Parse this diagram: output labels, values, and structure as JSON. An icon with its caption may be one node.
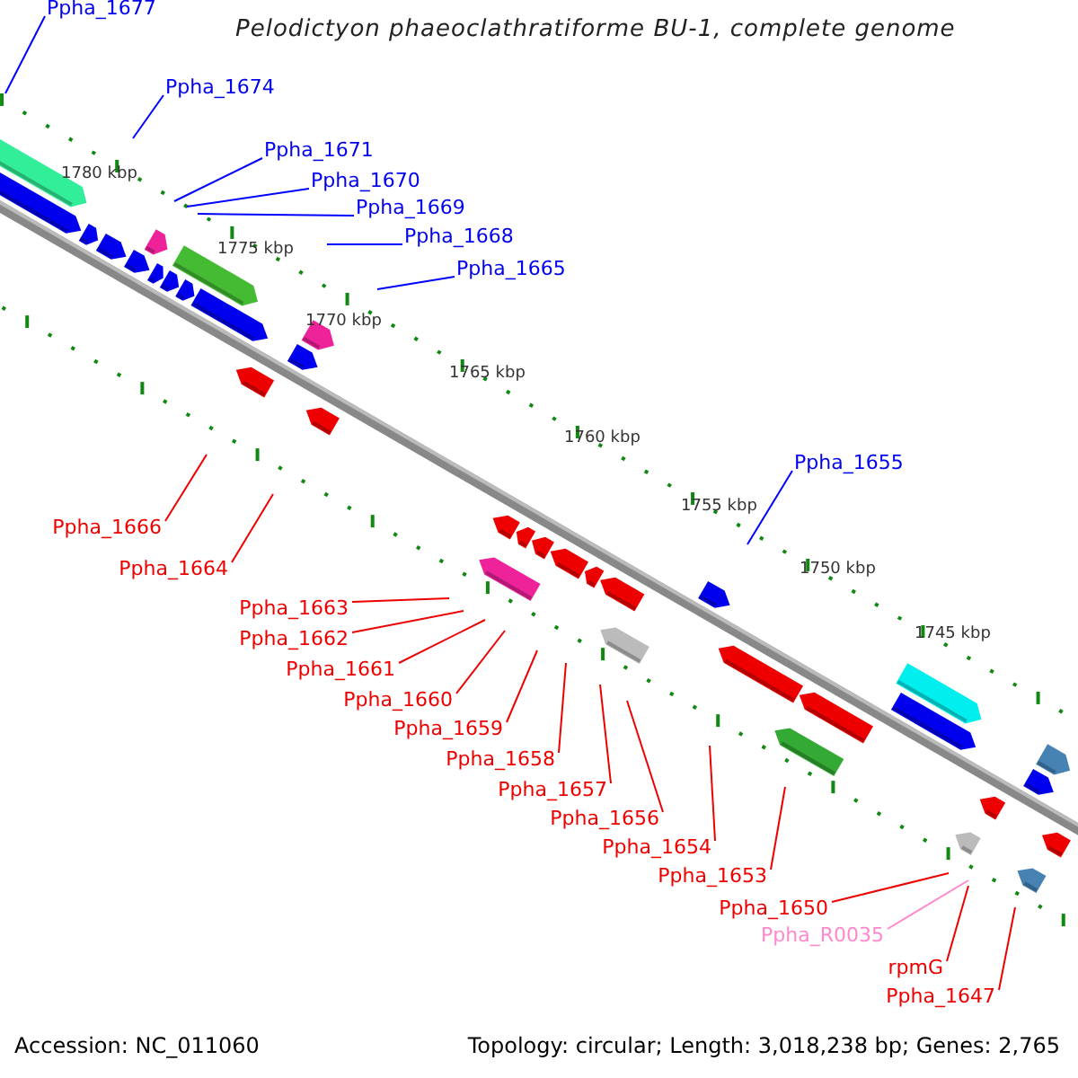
{
  "diagram": {
    "title": "Pelodictyon phaeoclathratiforme BU-1, complete genome",
    "nodes": [
      {
        "text": [
          "Ppha_1677"
        ]
      },
      {
        "text": [
          "Ppha_1674"
        ]
      },
      {
        "text": [
          "Ppha_1671"
        ]
      },
      {
        "text": [
          "Ppha_1670"
        ]
      },
      {
        "text": [
          "Ppha_1669"
        ]
      },
      {
        "text": [
          "Ppha_1668"
        ]
      },
      {
        "text": [
          "Ppha_1665"
        ]
      },
      {
        "text": [
          "Ppha_1655"
        ]
      },
      {
        "text": [
          "Ppha_1666"
        ]
      },
      {
        "text": [
          "Ppha_1664"
        ]
      },
      {
        "text": [
          "Ppha_1663"
        ]
      },
      {
        "text": [
          "Ppha_1662"
        ]
      },
      {
        "text": [
          "Ppha_1661"
        ]
      },
      {
        "text": [
          "Ppha_1660"
        ]
      },
      {
        "text": [
          "Ppha_1659"
        ]
      },
      {
        "text": [
          "Ppha_1658"
        ]
      },
      {
        "text": [
          "Ppha_1657"
        ]
      },
      {
        "text": [
          "Ppha_1656"
        ]
      },
      {
        "text": [
          "Ppha_1654"
        ]
      },
      {
        "text": [
          "Ppha_1653"
        ]
      },
      {
        "text": [
          "Ppha_1650"
        ]
      },
      {
        "text": [
          "Ppha_R0035"
        ]
      },
      {
        "text": [
          "rpmG"
        ]
      },
      {
        "text": [
          "Ppha_1647"
        ]
      }
    ],
    "edges": [
      {
        "from": 0,
        "to": null,
        "arrow": "none",
        "color": "#0000ff"
      },
      {
        "from": 1,
        "to": null,
        "arrow": "none",
        "color": "#0000ff"
      },
      {
        "from": 2,
        "to": null,
        "arrow": "none",
        "color": "#0000ff"
      },
      {
        "from": 3,
        "to": null,
        "arrow": "none",
        "color": "#0000ff"
      },
      {
        "from": 4,
        "to": null,
        "arrow": "none",
        "color": "#0000ff"
      },
      {
        "from": 5,
        "to": null,
        "arrow": "none",
        "color": "#0000ff"
      },
      {
        "from": 6,
        "to": null,
        "arrow": "none",
        "color": "#0000ff"
      },
      {
        "from": 7,
        "to": null,
        "arrow": "none",
        "color": "#0000ff"
      },
      {
        "from": 8,
        "to": null,
        "arrow": "none"
      },
      {
        "from": 9,
        "to": null,
        "arrow": "none"
      },
      {
        "from": 10,
        "to": null,
        "arrow": "none"
      },
      {
        "from": 11,
        "to": null,
        "arrow": "none"
      },
      {
        "from": 12,
        "to": null,
        "arrow": "none"
      },
      {
        "from": 13,
        "to": null,
        "arrow": "none"
      },
      {
        "from": 14,
        "to": null,
        "arrow": "none"
      },
      {
        "from": 15,
        "to": null,
        "arrow": "none"
      },
      {
        "from": 16,
        "to": null,
        "arrow": "none"
      },
      {
        "from": 17,
        "to": null,
        "arrow": "none"
      },
      {
        "from": 18,
        "to": null,
        "arrow": "none"
      },
      {
        "from": 19,
        "to": null,
        "arrow": "none"
      },
      {
        "from": 20,
        "to": null,
        "arrow": "none"
      },
      {
        "from": 21,
        "to": null,
        "arrow": "none",
        "color": "#ff88cc"
      },
      {
        "from": 22,
        "to": null,
        "arrow": "none"
      },
      {
        "from": 23,
        "to": null,
        "arrow": "none"
      }
    ],
    "labels": [
      "1780 kbp",
      "1775 kbp",
      "1770 kbp",
      "1765 kbp",
      "1760 kbp",
      "1755 kbp",
      "1750 kbp",
      "1745 kbp",
      "Accession: NC_011060",
      "Topology: circular; Length: 3,018,238 bp; Genes: 2,765"
    ]
  }
}
